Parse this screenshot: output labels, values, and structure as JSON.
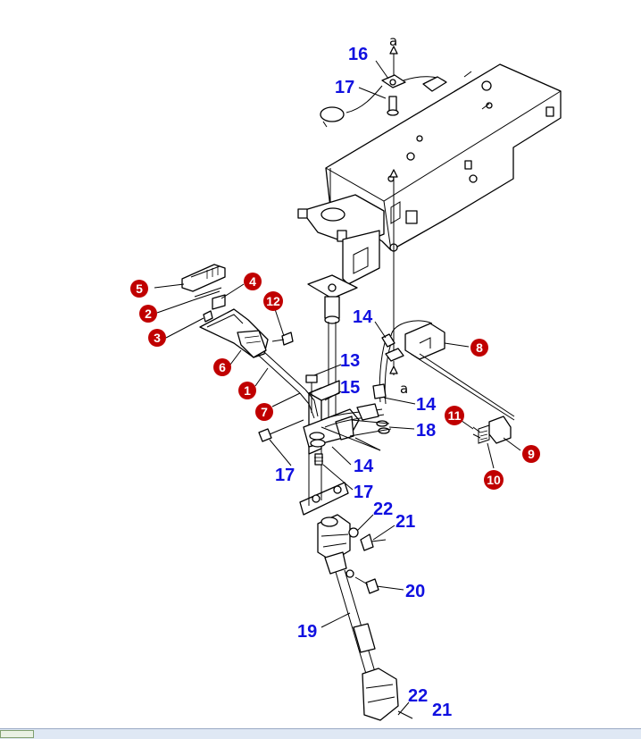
{
  "callouts_blue": [
    {
      "id": "c16",
      "text": "16"
    },
    {
      "id": "c17a",
      "text": "17"
    },
    {
      "id": "c14a",
      "text": "14"
    },
    {
      "id": "c13",
      "text": "13"
    },
    {
      "id": "c15",
      "text": "15"
    },
    {
      "id": "c14b",
      "text": "14"
    },
    {
      "id": "c18",
      "text": "18"
    },
    {
      "id": "c17b",
      "text": "17"
    },
    {
      "id": "c14c",
      "text": "14"
    },
    {
      "id": "c17c",
      "text": "17"
    },
    {
      "id": "c22a",
      "text": "22"
    },
    {
      "id": "c21a",
      "text": "21"
    },
    {
      "id": "c20",
      "text": "20"
    },
    {
      "id": "c19",
      "text": "19"
    },
    {
      "id": "c22b",
      "text": "22"
    },
    {
      "id": "c21b",
      "text": "21"
    }
  ],
  "callouts_red": [
    {
      "id": "r5",
      "text": "5"
    },
    {
      "id": "r4",
      "text": "4"
    },
    {
      "id": "r12",
      "text": "12"
    },
    {
      "id": "r2",
      "text": "2"
    },
    {
      "id": "r3",
      "text": "3"
    },
    {
      "id": "r6",
      "text": "6"
    },
    {
      "id": "r1",
      "text": "1"
    },
    {
      "id": "r7",
      "text": "7"
    },
    {
      "id": "r8",
      "text": "8"
    },
    {
      "id": "r11",
      "text": "11"
    },
    {
      "id": "r9",
      "text": "9"
    },
    {
      "id": "r10",
      "text": "10"
    }
  ],
  "markers": [
    {
      "id": "a-top",
      "text": "a"
    },
    {
      "id": "a-mid",
      "text": "a"
    }
  ],
  "colors": {
    "blue_label": "#1010e0",
    "red_badge": "#c00000",
    "line": "#000000"
  }
}
